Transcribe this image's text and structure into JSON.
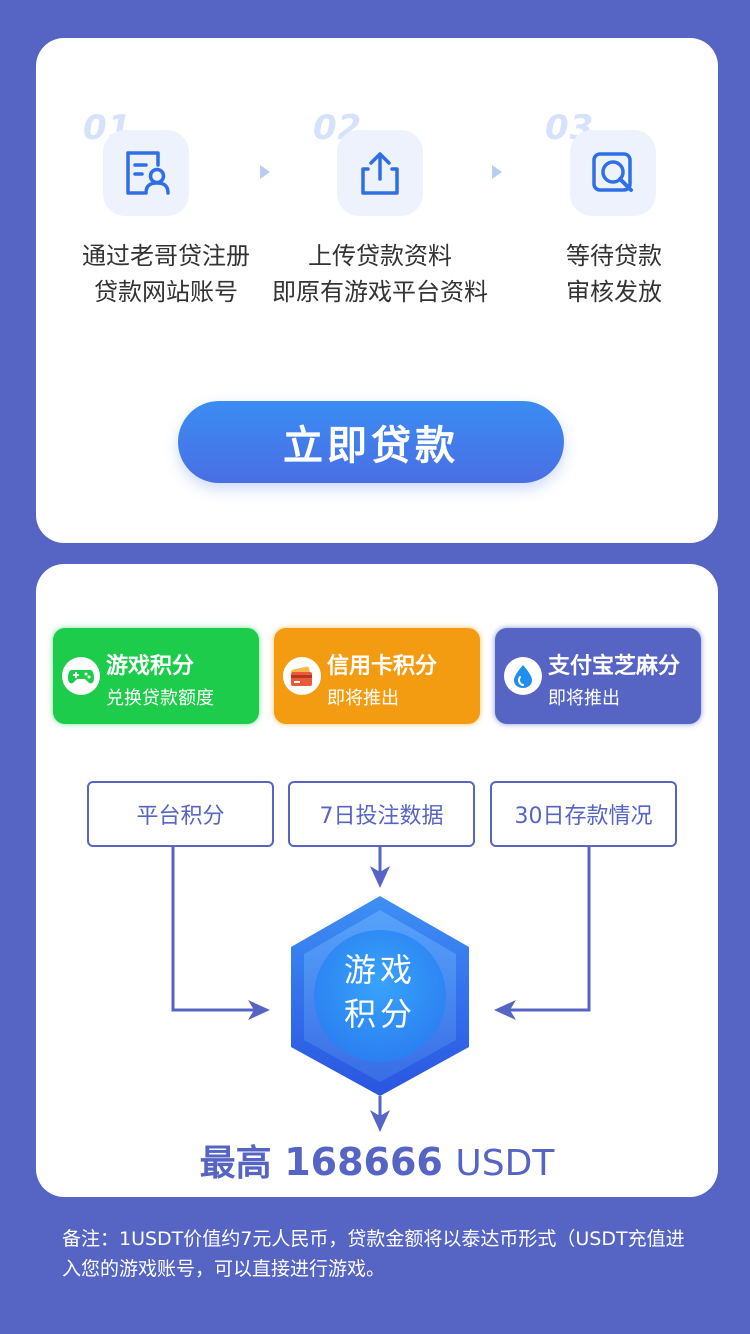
{
  "steps": [
    {
      "num": "01",
      "line1": "通过老哥贷注册",
      "line2": "贷款网站账号",
      "icon": "user-profile-icon"
    },
    {
      "num": "02",
      "line1": "上传贷款资料",
      "line2": "即原有游戏平台资料",
      "icon": "upload-icon"
    },
    {
      "num": "03",
      "line1": "等待贷款",
      "line2": "审核发放",
      "icon": "search-review-icon"
    }
  ],
  "loan_button": {
    "label": "立即贷款"
  },
  "tiles": [
    {
      "title": "游戏积分",
      "subtitle": "兑换贷款额度",
      "color": "#1ccc4a",
      "icon": "gamepad-icon"
    },
    {
      "title": "信用卡积分",
      "subtitle": "即将推出",
      "color": "#f39c12",
      "icon": "credit-card-icon"
    },
    {
      "title": "支付宝芝麻分",
      "subtitle": "即将推出",
      "color": "#5664c4",
      "icon": "sesame-drop-icon"
    }
  ],
  "factors": [
    "平台积分",
    "7日投注数据",
    "30日存款情况"
  ],
  "hexagon": {
    "line1": "游戏",
    "line2": "积分"
  },
  "max_amount": {
    "prefix": "最高",
    "value": "168666",
    "unit": "USDT"
  },
  "footnote": "备注：1USDT价值约7元人民币，贷款金额将以泰达币形式（USDT充值进入您的游戏账号，可以直接进行游戏。",
  "colors": {
    "background": "#5664c4",
    "accent_blue": "#3a8df3",
    "step_icon_blue": "#2f6fe6"
  }
}
